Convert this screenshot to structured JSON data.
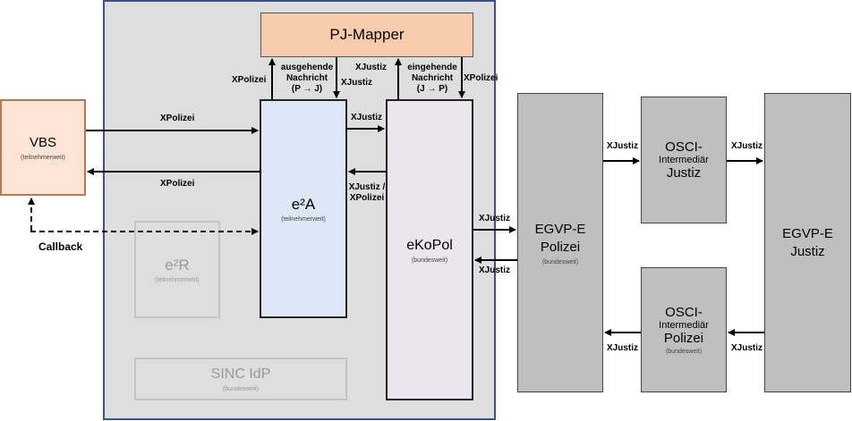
{
  "boxes": {
    "pj_mapper": {
      "title": "PJ-Mapper"
    },
    "vbs": {
      "title": "VBS",
      "sub": "(teilnehmerweit)"
    },
    "e2a": {
      "title": "e²A",
      "sub": "(teilnehmerweit)"
    },
    "e2r": {
      "title": "e²R",
      "sub": "(teilnehmerweit)"
    },
    "sinc": {
      "title": "SINC IdP",
      "sub": "(bundesweit)"
    },
    "ekopol": {
      "title": "eKoPol",
      "sub": "(bundesweit)"
    },
    "egvp_polizei": {
      "title": "EGVP-E Polizei",
      "sub": "(bundesweit)"
    },
    "osci_justiz": {
      "title1": "OSCI-",
      "title2": "Intermediär",
      "title3": "Justiz"
    },
    "osci_polizei": {
      "title1": "OSCI-",
      "title2": "Intermediär",
      "title3": "Polizei",
      "sub": "(bundesweit)"
    },
    "egvp_justiz": {
      "title": "EGVP-E Justiz"
    }
  },
  "labels": {
    "xpolizei_vbs_e2a": "XPolizei",
    "xpolizei_e2a_vbs": "XPolizei",
    "callback": "Callback",
    "xpolizei_e2a_pj": "XPolizei",
    "ausgehende_1": "ausgehende",
    "ausgehende_2": "Nachricht",
    "ausgehende_3": "(P → J)",
    "xjustiz_pj_e2a": "XJustiz",
    "xjustiz_ekopol_pj": "XJustiz",
    "eingehende_1": "eingehende",
    "eingehende_2": "Nachricht",
    "eingehende_3": "(J → P)",
    "xpolizei_pj_ekopol": "XPolizei",
    "xjustiz_e2a_ekopol": "XJustiz",
    "xjustiz_xpolizei_1": "XJustiz /",
    "xjustiz_xpolizei_2": "XPolizei",
    "xjustiz_ekopol_egvp": "XJustiz",
    "xjustiz_egvp_ekopol": "XJustiz",
    "xjustiz_egvp_osci": "XJustiz",
    "xjustiz_osci_egvpj": "XJustiz",
    "xjustiz_osci_egvp": "XJustiz",
    "xjustiz_egvpj_osci": "XJustiz"
  },
  "colors": {
    "container_bg": "#dedede",
    "container_border": "#3a5285",
    "pj_mapper": "#f9cbad",
    "vbs": "#fde4d4",
    "e2a": "#dce8f6",
    "ekopol": "#ebe5f0",
    "egvp": "#bfbfbf",
    "faded_border": "#c4c4c4"
  }
}
